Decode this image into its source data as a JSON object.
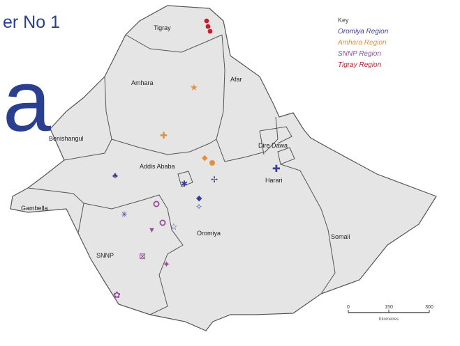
{
  "page": {
    "heading": "er No 1",
    "big_letter": "a"
  },
  "map": {
    "region_labels": {
      "tigray": "Tigray",
      "afar": "Afar",
      "amhara": "Amhara",
      "benishangul": "Benishangul",
      "addis_ababa": "Addis Ababa",
      "dire_dawa": "Dire Dawa",
      "harari": "Harari",
      "gambella": "Gambella",
      "oromiya": "Oromiya",
      "somali": "Somali",
      "snnp": "SNNP"
    },
    "colors": {
      "land": "#e5e5e5",
      "border": "#555555",
      "oromiya_sites": "#3c3c96",
      "amhara_sites": "#e09040",
      "snnp_sites": "#9b4a9b",
      "tigray_sites": "#c0202a"
    }
  },
  "key": {
    "title": "Key",
    "items": [
      {
        "label": "Oromiya Region",
        "color": "#3c3c96"
      },
      {
        "label": "Amhara Region",
        "color": "#e09040"
      },
      {
        "label": "SNNP Region",
        "color": "#9b4a9b"
      },
      {
        "label": "Tigray Region",
        "color": "#c0202a"
      }
    ]
  },
  "scale_bar": {
    "ticks": [
      "0",
      "150",
      "300"
    ],
    "unit": "Kilometres"
  }
}
